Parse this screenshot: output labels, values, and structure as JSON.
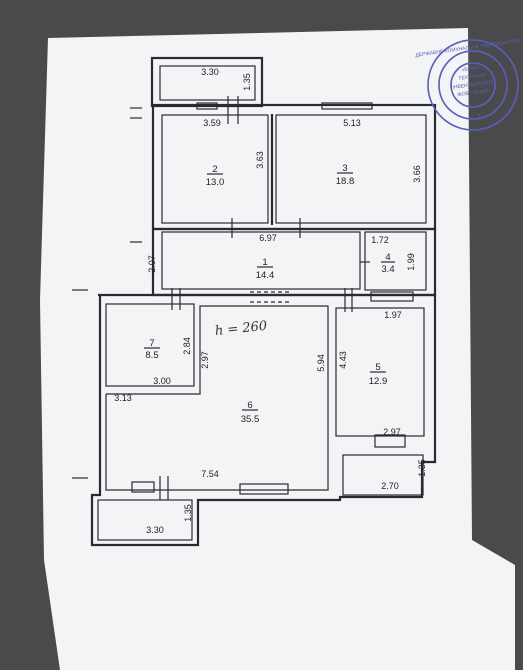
{
  "plan": {
    "height_note": "h = 260",
    "rooms": [
      {
        "id": "room-1",
        "number": "1",
        "area": "14.4"
      },
      {
        "id": "room-2",
        "number": "2",
        "area": "13.0"
      },
      {
        "id": "room-3",
        "number": "3",
        "area": "18.8"
      },
      {
        "id": "room-4",
        "number": "4",
        "area": "3.4"
      },
      {
        "id": "room-5",
        "number": "5",
        "area": "12.9"
      },
      {
        "id": "room-6",
        "number": "6",
        "area": "35.5"
      },
      {
        "id": "room-7",
        "number": "7",
        "area": "8.5"
      }
    ],
    "dimensions": {
      "top_balcony_width": "3.30",
      "top_balcony_depth": "1.35",
      "room2_width": "3.59",
      "room2_depth": "3.63",
      "room3_width": "5.13",
      "room3_depth": "3.66",
      "hall_width": "6.97",
      "hall_depth": "2.07",
      "room4_width": "1.72",
      "room4_depth": "1.99",
      "room5_width": "1.97",
      "room5_depth": "4.43",
      "room7_depth": "2.84",
      "room7_width": "3.00",
      "room6_notch": "2.97",
      "room6_width_top": "3.13",
      "room6_depth": "5.94",
      "room6_width": "7.54",
      "room5_lower_width": "2.97",
      "bottom_right_balcony_width": "2.70",
      "bottom_right_balcony_depth": "1.35",
      "bottom_left_balcony_width": "3.30",
      "bottom_left_balcony_depth": "1.35"
    }
  },
  "stamp": {
    "line1": "«БЮРО",
    "line2": "ТЕХНІЧНОЇ",
    "line3": "ІНВЕНТАРИЗАЦІЇ",
    "line4": "ЖОВТІ ВОДИ»",
    "ring_text": "ДЕРЖАВНЕ КОМУНАЛЬНЕ ПІДПРИЄМСТВО",
    "small": "5"
  }
}
